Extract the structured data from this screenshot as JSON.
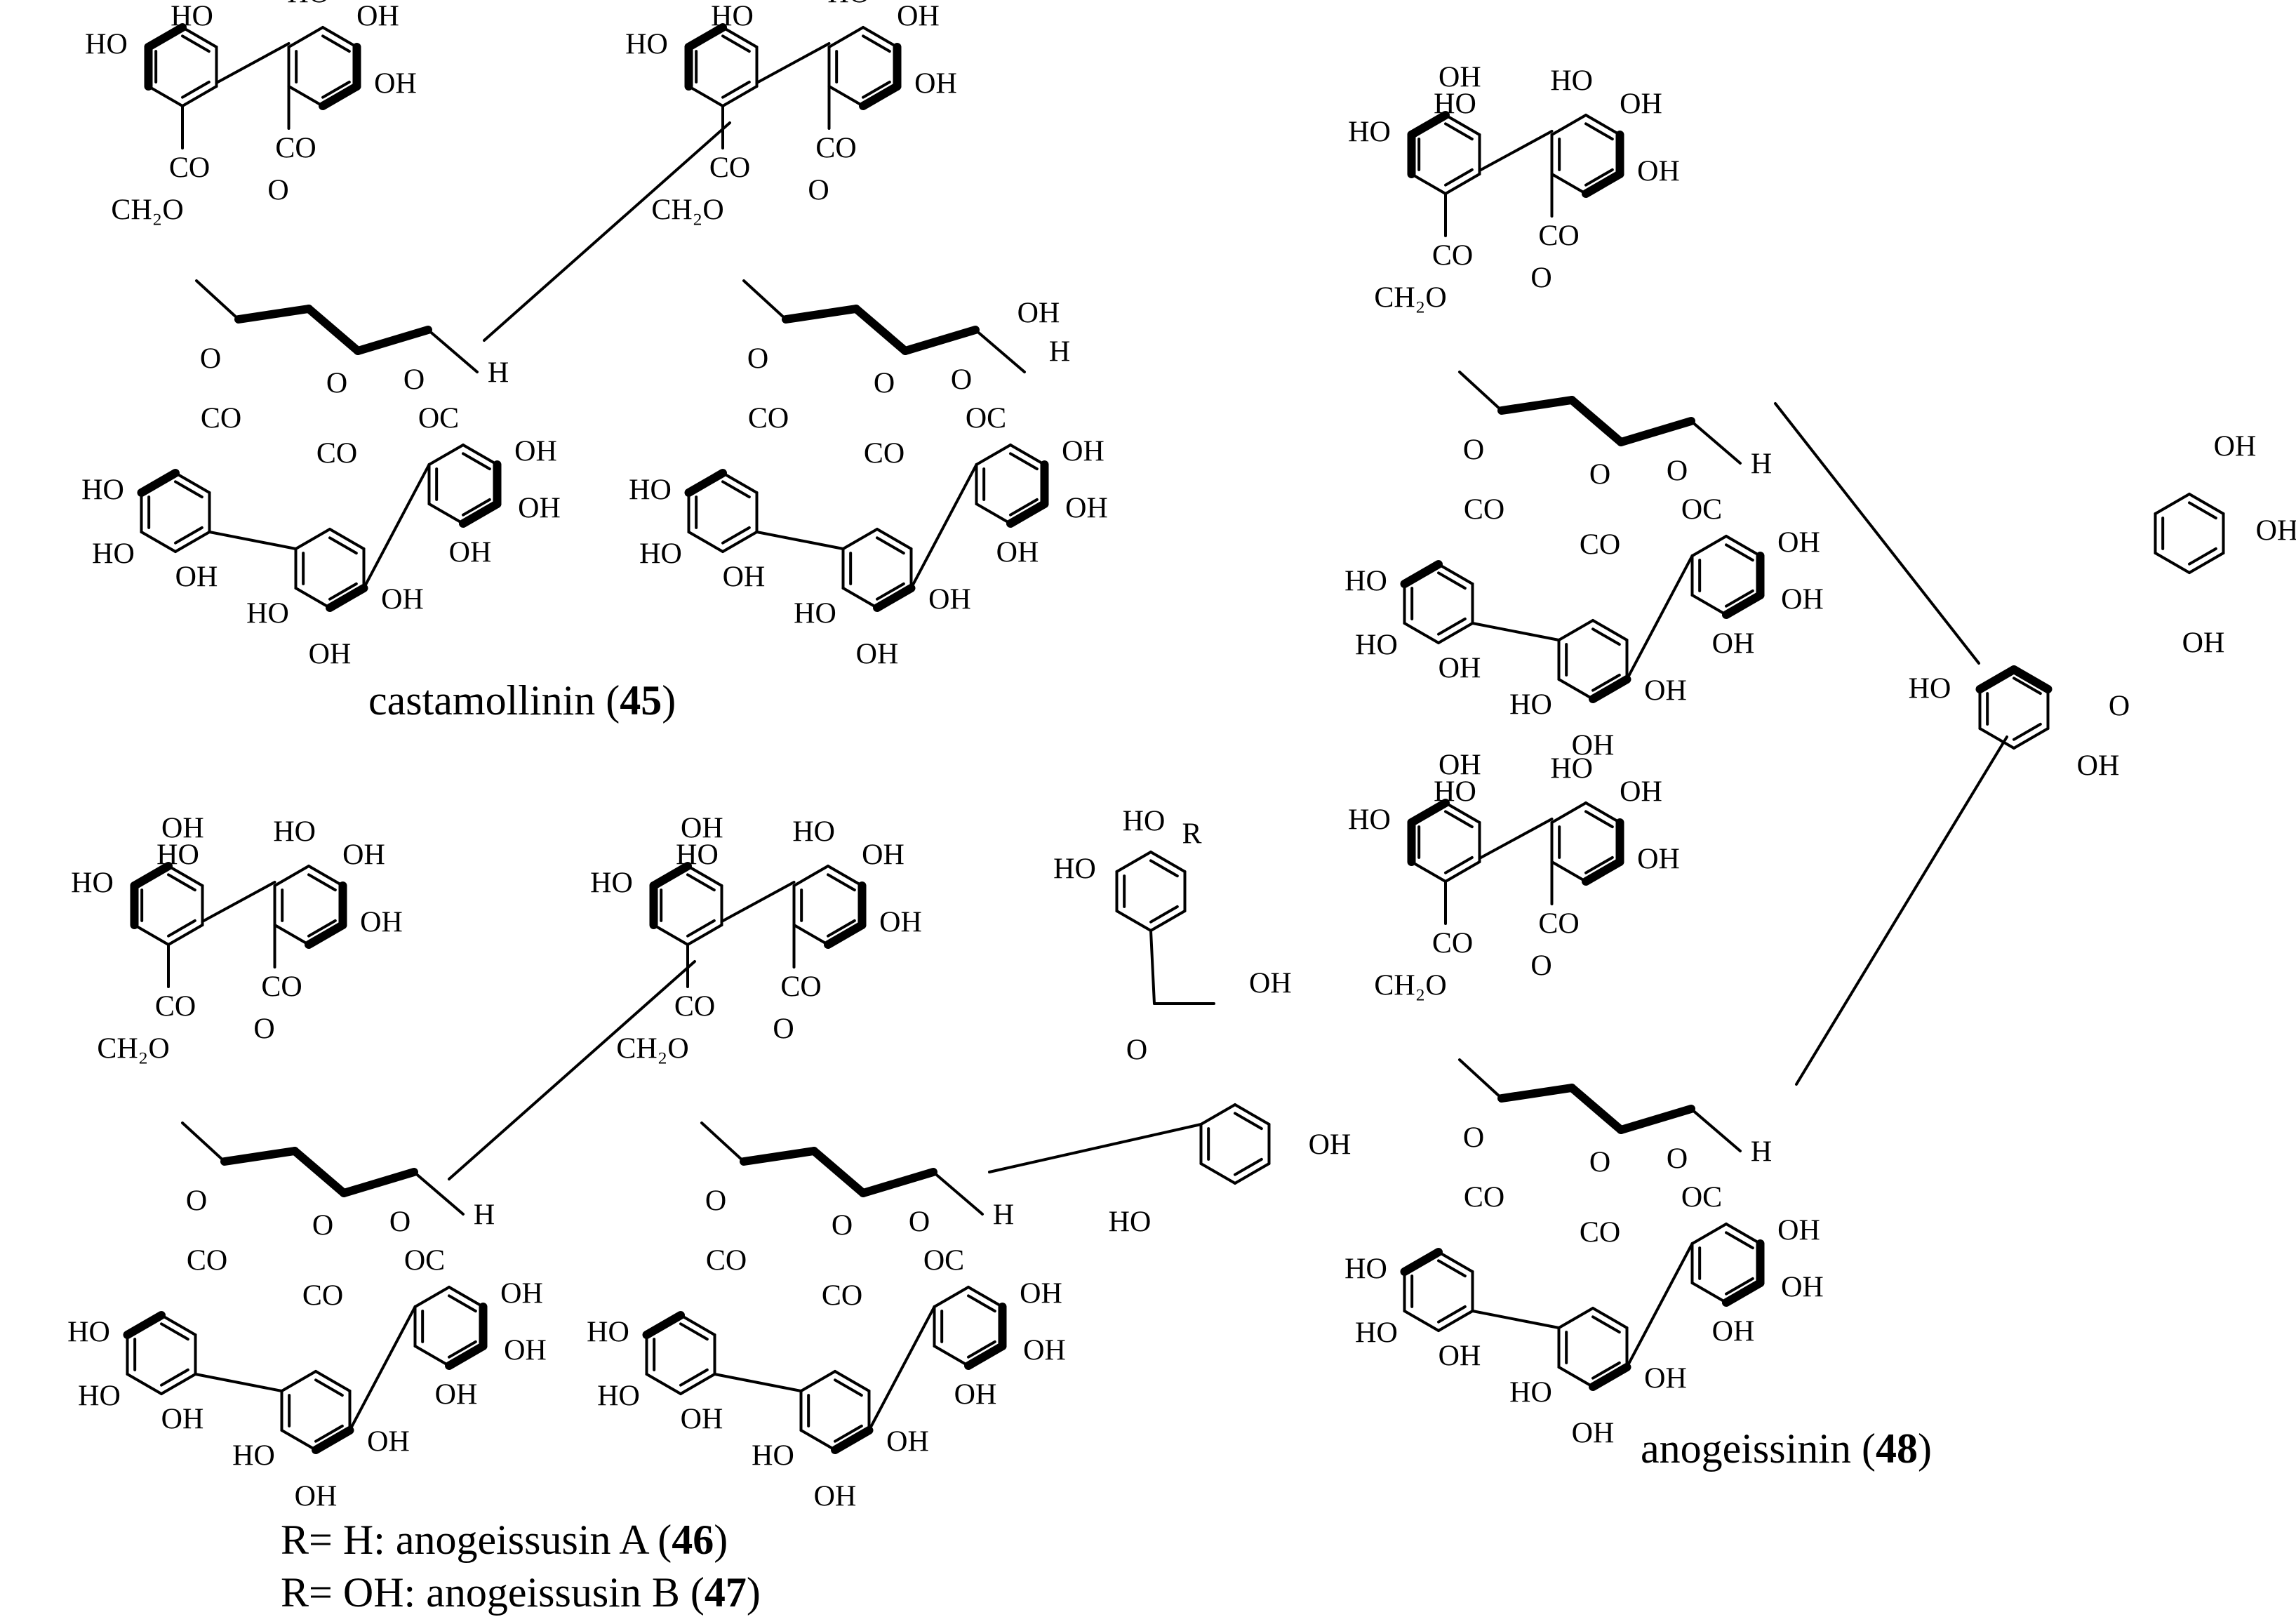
{
  "captions": {
    "c45": {
      "name": "castamollinin",
      "open": " (",
      "num": "45",
      "close": ")"
    },
    "c46": {
      "name": "R= H: anogeissusin A",
      "open": " (",
      "num": "46",
      "close": ")"
    },
    "c47": {
      "name": "R= OH: anogeissusin B",
      "open": " (",
      "num": "47",
      "close": ")"
    },
    "c48": {
      "name": "anogeissinin",
      "open": " (",
      "num": "48",
      "close": ")"
    }
  },
  "atoms": {
    "oh": "OH",
    "ho": "HO",
    "co": "CO",
    "oc": "OC",
    "o": "O",
    "h": "H",
    "r": "R",
    "ch2o": "CH₂O"
  },
  "colors": {
    "ink": "#000000",
    "background": "#ffffff"
  }
}
